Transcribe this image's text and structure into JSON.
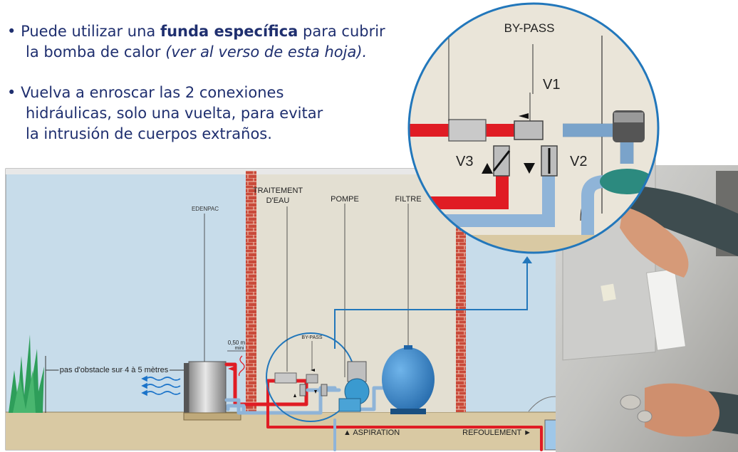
{
  "instructions": [
    {
      "line1_pre": "Puede utilizar una ",
      "line1_bold": "funda específica",
      "line1_post": " para cubrir",
      "line2_pre": "la bomba de calor ",
      "line2_italic": "(ver al verso de esta hoja)."
    },
    {
      "lines": [
        "Vuelva a enroscar las 2 conexiones",
        "hidráulicas, solo una vuelta, para evitar",
        "la intrusión de cuerpos extraños."
      ]
    }
  ],
  "diagram": {
    "edenpac": "EDENPAC",
    "traitement_line1": "TRAITEMENT",
    "traitement_line2": "D'EAU",
    "pompe": "POMPE",
    "filtre": "FILTRE",
    "clearance_value": "0,50 m",
    "clearance_sub": "mini",
    "obstacle_text": "pas d'obstacle sur 4 à 5 mètres",
    "bypass_small": "BY-PASS",
    "aspiration": "▲ ASPIRATION",
    "refoulement": "REFOULEMENT ►"
  },
  "zoom": {
    "bypass": "BY-PASS",
    "v1": "V1",
    "v2": "V2",
    "v3": "V3"
  },
  "colors": {
    "bullet_text": "#1f2f6f",
    "pipe_red": "#e01c24",
    "pipe_blue": "#8fb4d8",
    "circle_outline": "#2277bb",
    "wall_brick": "#c0392b",
    "sky": "#c7dcea",
    "ground": "#d9c9a3",
    "filter_blue": "#2a7fc4"
  }
}
